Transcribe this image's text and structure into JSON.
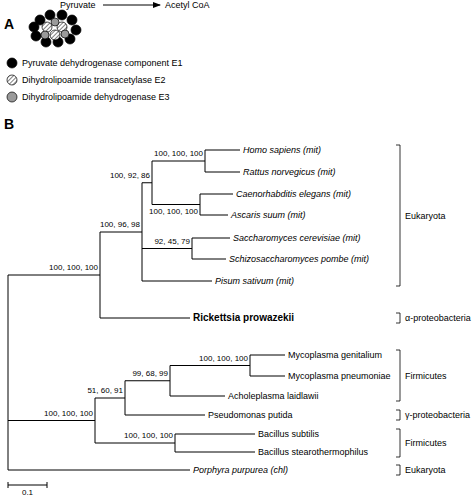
{
  "diagram": {
    "labels": [
      "Pyruvate",
      "Acetyl CoA",
      "A",
      "B",
      "100, 100, 100",
      "100, 92, 86",
      "100, 100, 100",
      "100, 96, 98",
      "92, 45, 79",
      "100, 100, 100",
      "100, 100, 100",
      "99, 68, 99",
      "51, 60, 91",
      "100, 100, 100",
      "100, 100, 100",
      "Homo sapiens (mit)",
      "Rattus norvegicus (mit)",
      "Caenorhabditis elegans (mit)",
      "Ascaris suum (mit)",
      "Saccharomyces cerevisiae (mit)",
      "Schizosaccharomyces pombe (mit)",
      "Pisum sativum (mit)",
      "Rickettsia prowazekii",
      "Mycoplasma genitalium",
      "Mycoplasma pneumoniae",
      "Acholeplasma laidlawii",
      "Pseudomonas putida",
      "Bacillus subtilis",
      "Bacillus stearothermophilus",
      "Porphyra purpurea (chl)",
      "Eukaryota",
      "α-proteobacteria",
      "Firmicutes",
      "γ-proteobacteria",
      "Firmicutes",
      "Eukaryota",
      "0.1"
    ],
    "legend": [
      {
        "text": "Pyruvate dehydrogenase component E1",
        "color": "#000000"
      },
      {
        "text": "Dihydrolipoamide transacetylase E2"
      },
      {
        "text": "Dihydrolipoamide dehydrogenase E3",
        "color": "#9a9a9a"
      }
    ]
  }
}
